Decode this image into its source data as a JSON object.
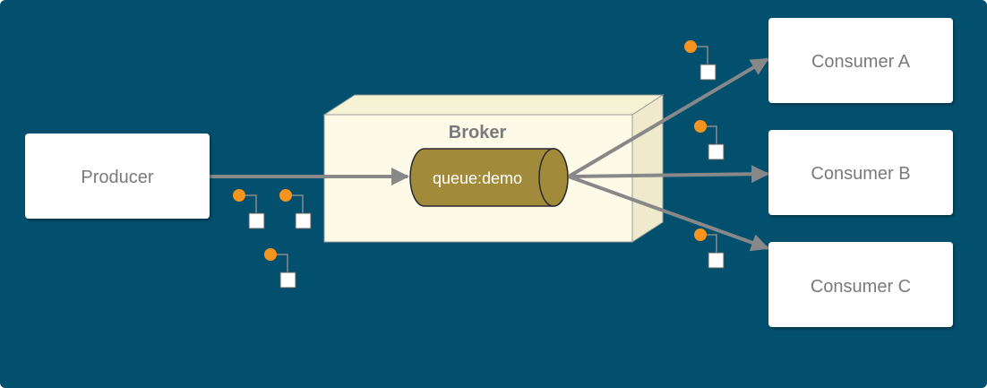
{
  "diagram": {
    "producer": {
      "label": "Producer"
    },
    "broker": {
      "label": "Broker"
    },
    "queue": {
      "label": "queue:demo"
    },
    "consumers": [
      {
        "label": "Consumer A"
      },
      {
        "label": "Consumer B"
      },
      {
        "label": "Consumer C"
      }
    ]
  },
  "colors": {
    "background": "#02506e",
    "box_fill": "#ffffff",
    "broker_fill": "#fdfbe8",
    "queue_fill": "#a18a3a",
    "arrow": "#888888",
    "message_dot": "#f7941d",
    "text": "#7a7a7a"
  }
}
